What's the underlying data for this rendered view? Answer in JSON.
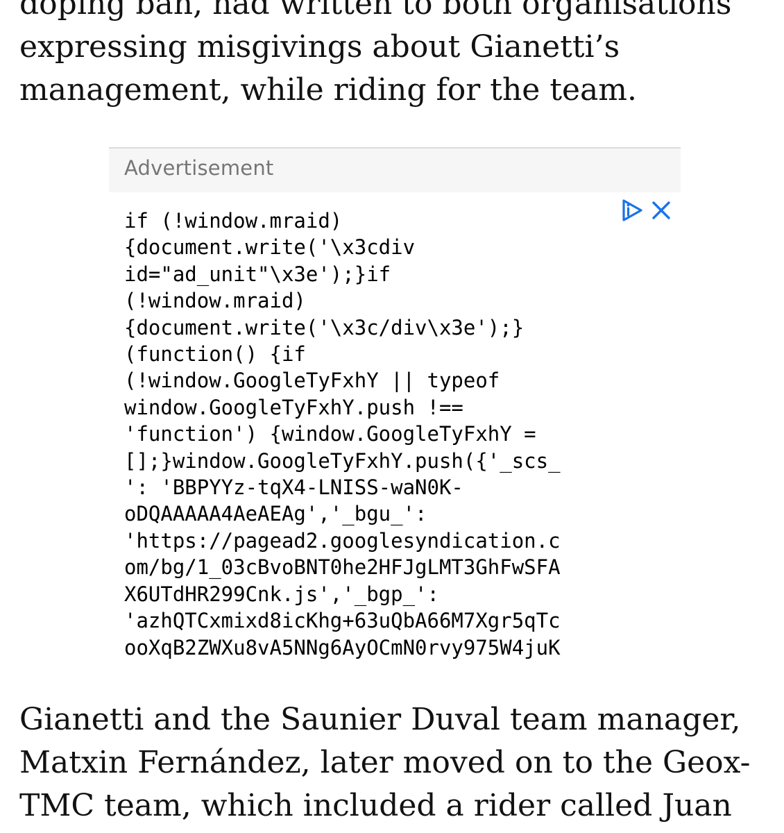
{
  "article": {
    "top_paragraph": [
      "doping ban, had written to both organisations",
      "expressing misgivings about Gianetti’s",
      "management, while riding for the team."
    ],
    "bottom_paragraph": [
      "Gianetti and the Saunier Duval team manager,",
      "Matxin Fernández, later moved on to the Geox-",
      "TMC team, which included a rider called Juan"
    ]
  },
  "advertisement": {
    "label": "Advertisement",
    "code_lines": [
      "if (!window.mraid)",
      "{document.write('\\x3cdiv",
      "id=\"ad_unit\"\\x3e');}if",
      "(!window.mraid)",
      "{document.write('\\x3c/div\\x3e');}",
      "(function() {if",
      "(!window.GoogleTyFxhY || typeof",
      "window.GoogleTyFxhY.push !==",
      "'function') {window.GoogleTyFxhY =",
      "[];}window.GoogleTyFxhY.push({'_scs_",
      "': 'BBPYYz-tqX4-LNISS-waN0K-",
      "oDQAAAAA4AeAEAg','_bgu_':",
      "'https://pagead2.googlesyndication.c",
      "om/bg/1_03cBvoBNT0he2HFJgLMT3GhFwSFA",
      "X6UTdHR299Cnk.js','_bgp_':",
      "'azhQTCxmixd8icKhg+63uQbA66M7Xgr5qTc",
      "ooXqB2ZWXu8vA5NNg6AyOCmN0rvy975W4juK"
    ],
    "icons": {
      "adchoices": "adchoices-icon",
      "close": "close-icon"
    },
    "accent_color": "#1a73e8"
  }
}
